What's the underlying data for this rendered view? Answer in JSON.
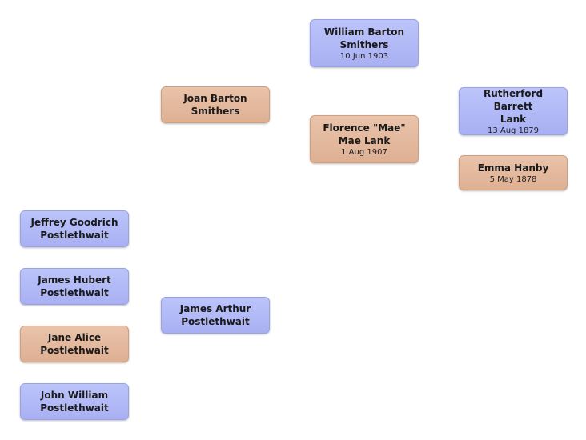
{
  "people": {
    "william": {
      "name": "William Barton\nSmithers",
      "date": "10 Jun 1903"
    },
    "joan": {
      "name": "Joan Barton\nSmithers"
    },
    "rutherford": {
      "name": "Rutherford  Barrett\nLank",
      "date": "13 Aug 1879"
    },
    "florence": {
      "name": "Florence \"Mae\"\nMae Lank",
      "date": "1 Aug 1907"
    },
    "emma": {
      "name": "Emma  Hanby",
      "date": "5 May 1878"
    },
    "jeffrey": {
      "name": "Jeffrey Goodrich\nPostlethwait"
    },
    "james_hubert": {
      "name": "James Hubert\nPostlethwait"
    },
    "james_arthur": {
      "name": "James Arthur\nPostlethwait"
    },
    "jane": {
      "name": "Jane Alice\nPostlethwait"
    },
    "john": {
      "name": "John William\nPostlethwait"
    }
  },
  "colors": {
    "male": "#a8b0f3",
    "female": "#deb093"
  }
}
